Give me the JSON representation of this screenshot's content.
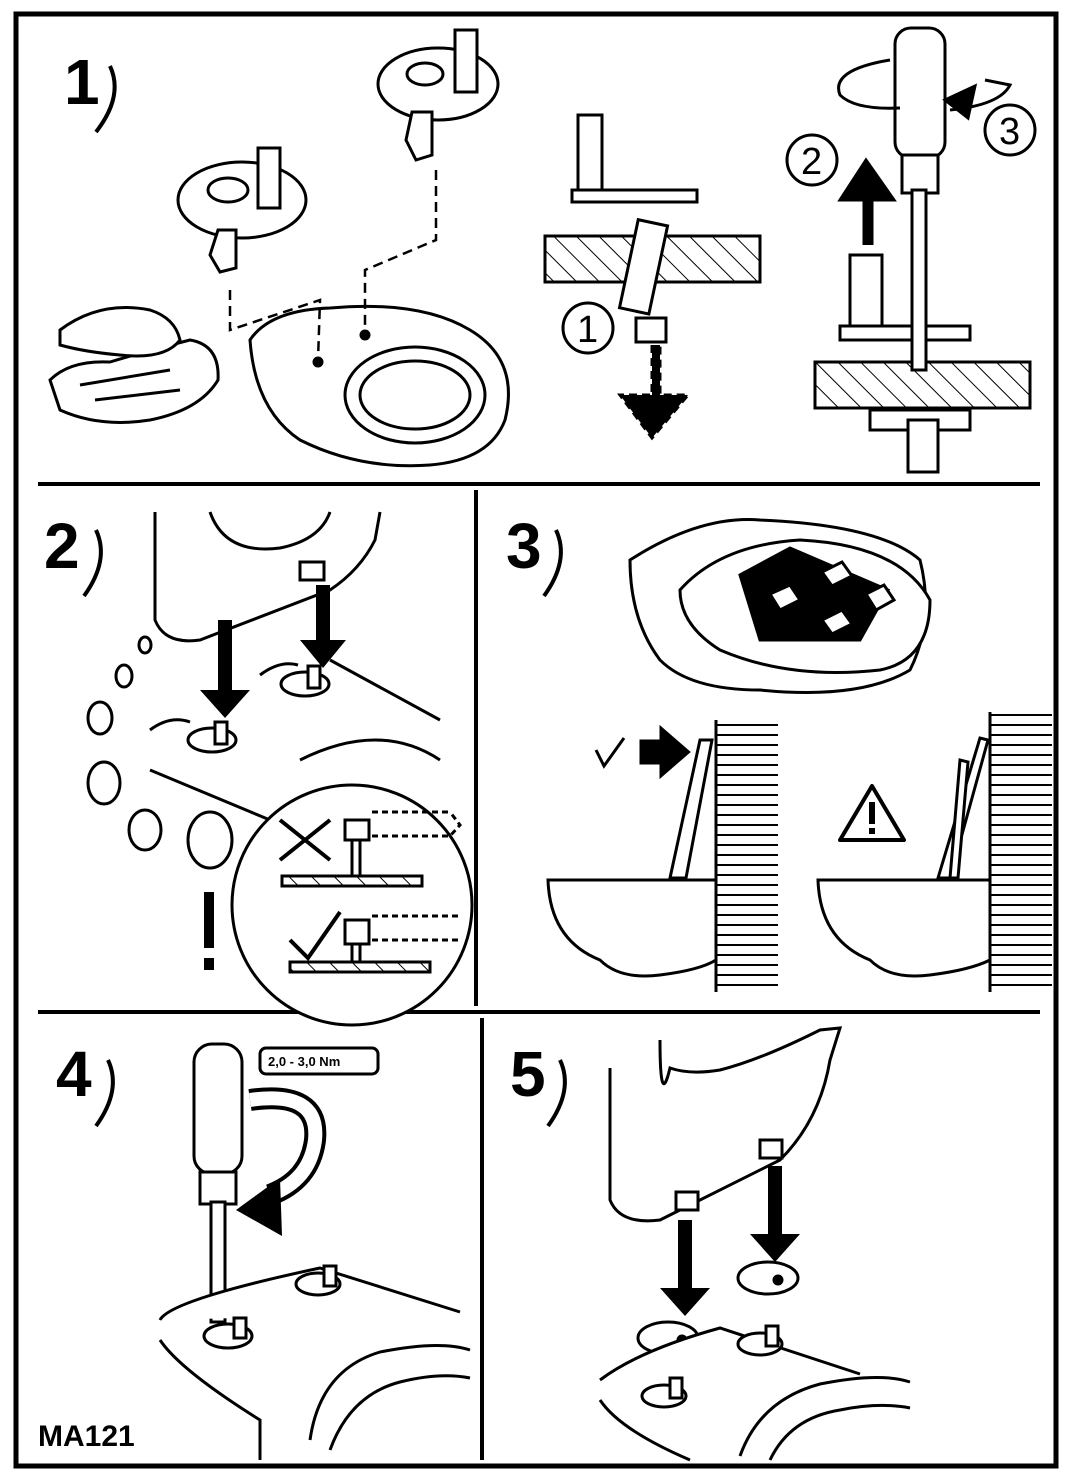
{
  "document": {
    "model_code": "MA121",
    "steps": [
      {
        "number": "1"
      },
      {
        "number": "2"
      },
      {
        "number": "3"
      },
      {
        "number": "4"
      },
      {
        "number": "5"
      }
    ],
    "sub_steps": [
      "1",
      "2",
      "3"
    ],
    "torque_label": "2,0 - 3,0 Nm",
    "warning_mark": "!",
    "icons": [
      "wipe-cloth-icon",
      "screwdriver-icon",
      "rotate-arrow-icon",
      "warning-triangle-icon",
      "check-mark-icon",
      "cross-mark-icon",
      "down-arrow-icon",
      "up-arrow-icon"
    ]
  }
}
